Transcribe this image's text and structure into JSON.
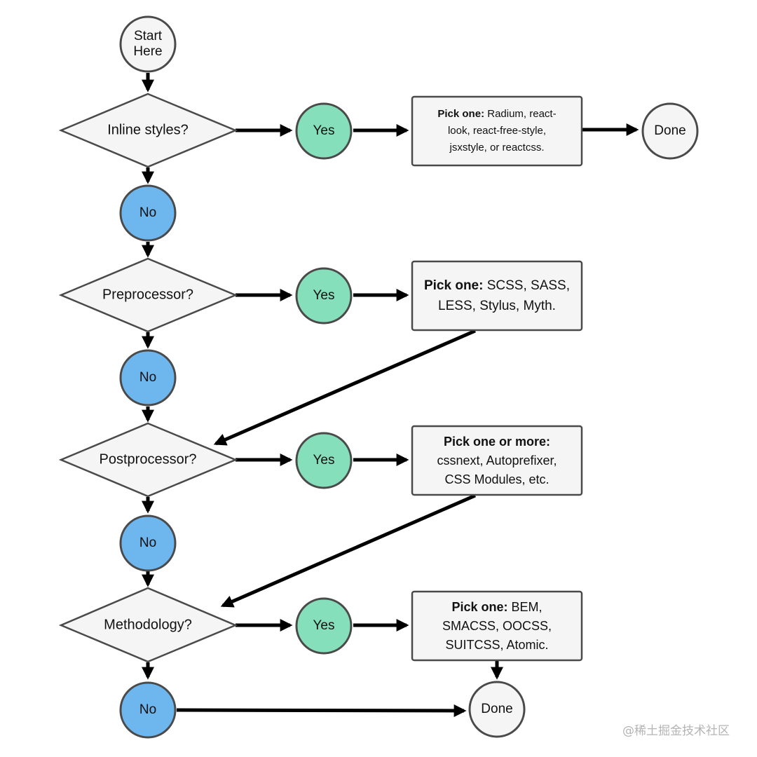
{
  "colors": {
    "yes_fill": "#86dfbb",
    "no_fill": "#6db6ee",
    "neutral_fill": "#f5f5f5",
    "stroke": "#4a4a4a",
    "arrow": "#000000"
  },
  "start": {
    "line1": "Start",
    "line2": "Here"
  },
  "decisions": [
    {
      "label": "Inline styles?"
    },
    {
      "label": "Preprocessor?"
    },
    {
      "label": "Postprocessor?"
    },
    {
      "label": "Methodology?"
    }
  ],
  "yes_label": "Yes",
  "no_label": "No",
  "outcomes": [
    {
      "bold": "Pick one:",
      "lines": [
        "Radium, react-",
        "look, react-free-style,",
        "jsxstyle, or reactcss."
      ]
    },
    {
      "bold": "Pick one:",
      "lines": [
        "SCSS, SASS,",
        "LESS, Stylus, Myth."
      ]
    },
    {
      "bold": "Pick one or more:",
      "lines": [
        "cssnext, Autoprefixer,",
        "CSS Modules, etc."
      ]
    },
    {
      "bold": "Pick one:",
      "lines": [
        "BEM,",
        "SMACSS, OOCSS,",
        "SUITCSS, Atomic."
      ]
    }
  ],
  "done_label": "Done",
  "watermark": "@稀土掘金技术社区"
}
